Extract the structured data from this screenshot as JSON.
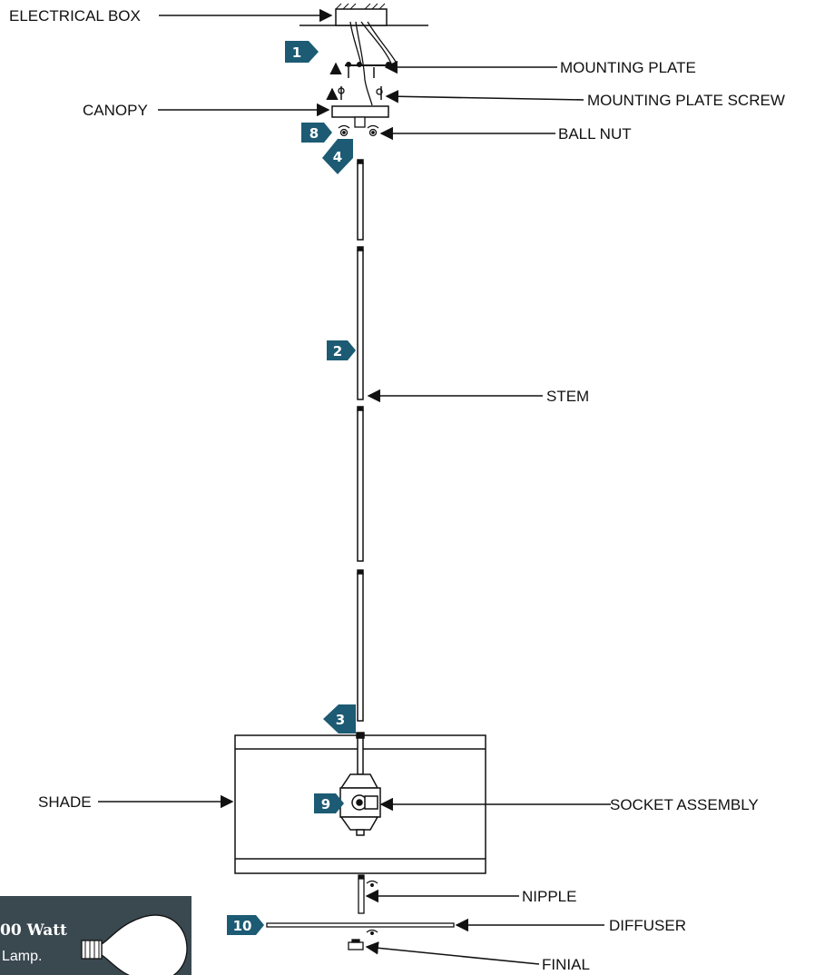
{
  "colors": {
    "badge": "#1c5b73",
    "lamp_panel": "#3a4850",
    "line": "#111111"
  },
  "labels": {
    "electrical_box": "ELECTRICAL BOX",
    "mounting_plate": "MOUNTING PLATE",
    "mounting_plate_screw": "MOUNTING PLATE SCREW",
    "canopy": "CANOPY",
    "ball_nut": "BALL NUT",
    "stem": "STEM",
    "shade": "SHADE",
    "socket_assembly": "SOCKET ASSEMBLY",
    "nipple": "NIPPLE",
    "diffuser": "DIFFUSER",
    "finial": "FINIAL"
  },
  "steps": {
    "s1": "1",
    "s2": "2",
    "s3": "3",
    "s4": "4",
    "s8": "8",
    "s9": "9",
    "s10": "10"
  },
  "lamp_note": {
    "wattage": "00 Watt",
    "type": "Lamp."
  }
}
